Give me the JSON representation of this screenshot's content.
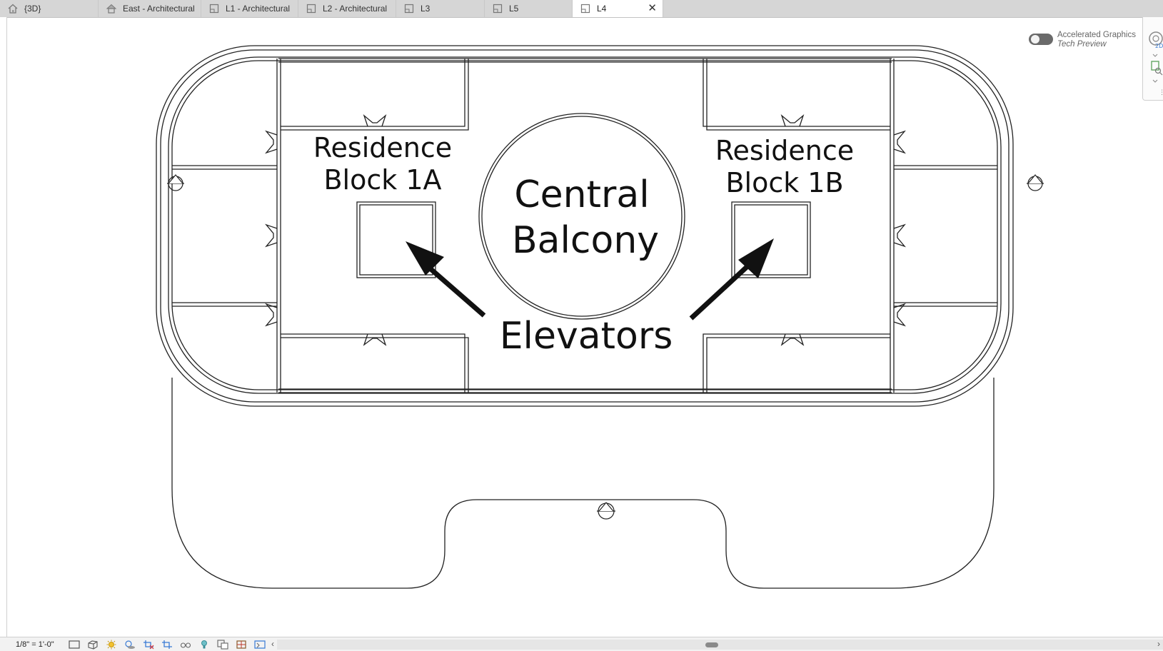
{
  "tabs": [
    {
      "label": "{3D}",
      "icon": "home-icon",
      "active": false
    },
    {
      "label": "East - Architectural",
      "icon": "elevation-icon",
      "active": false
    },
    {
      "label": "L1 - Architectural",
      "icon": "floor-plan-icon",
      "active": false
    },
    {
      "label": "L2 - Architectural",
      "icon": "floor-plan-icon",
      "active": false
    },
    {
      "label": "L3",
      "icon": "floor-plan-icon",
      "active": false
    },
    {
      "label": "L5",
      "icon": "floor-plan-icon",
      "active": false
    },
    {
      "label": "L4",
      "icon": "floor-plan-icon",
      "active": true
    }
  ],
  "tab_close_glyph": "✕",
  "accelerated_graphics": {
    "title": "Accelerated Graphics",
    "subtitle": "Tech Preview",
    "enabled": false
  },
  "navbar": {
    "label_2d": "2D"
  },
  "drawing": {
    "residence_a_line1": "Residence",
    "residence_a_line2": "Block 1A",
    "residence_b_line1": "Residence",
    "residence_b_line2": "Block 1B",
    "central_line1": "Central",
    "central_line2": "Balcony",
    "elevators": "Elevators"
  },
  "statusbar": {
    "scale": "1/8\" = 1'-0\"",
    "icons": [
      "detail-level-icon",
      "visual-style-icon",
      "sun-path-icon",
      "shadows-icon",
      "crop-view-icon",
      "show-crop-region-icon",
      "temporary-hide-icon",
      "reveal-hidden-icon",
      "temporary-view-properties-icon",
      "analytical-model-icon",
      "highlight-displacement-icon"
    ],
    "scroll_left_glyph": "‹",
    "scroll_right_glyph": "›"
  },
  "colors": {
    "tabbar": "#d6d6d6",
    "active_tab": "#ffffff",
    "linework": "#222222",
    "toggle_off": "#6a6a6a"
  }
}
